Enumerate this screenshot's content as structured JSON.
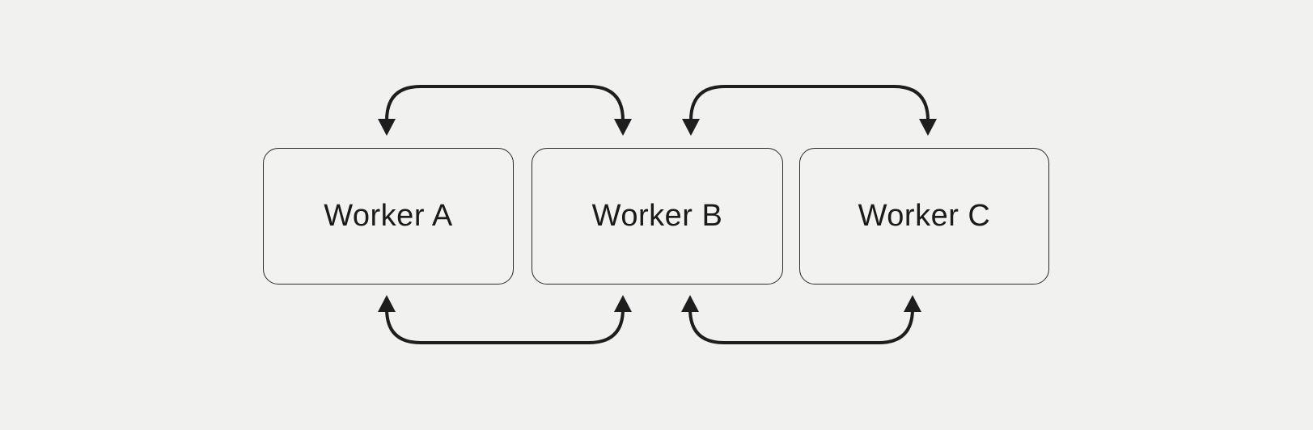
{
  "diagram": {
    "background_color": "#f1f1ef",
    "node_fill_color": "#f2f2f0",
    "node_border_color": "#2b2b2b",
    "stroke_color": "#1e1e1e",
    "text_color": "#1b1b1b",
    "nodes": [
      {
        "id": "worker-a",
        "label": "Worker A"
      },
      {
        "id": "worker-b",
        "label": "Worker B"
      },
      {
        "id": "worker-c",
        "label": "Worker C"
      }
    ],
    "edges": [
      {
        "from": "worker-a",
        "to": "worker-b",
        "type": "bidirectional",
        "position": "top"
      },
      {
        "from": "worker-b",
        "to": "worker-c",
        "type": "bidirectional",
        "position": "top"
      },
      {
        "from": "worker-a",
        "to": "worker-b",
        "type": "bidirectional",
        "position": "bottom"
      },
      {
        "from": "worker-b",
        "to": "worker-c",
        "type": "bidirectional",
        "position": "bottom"
      }
    ]
  }
}
